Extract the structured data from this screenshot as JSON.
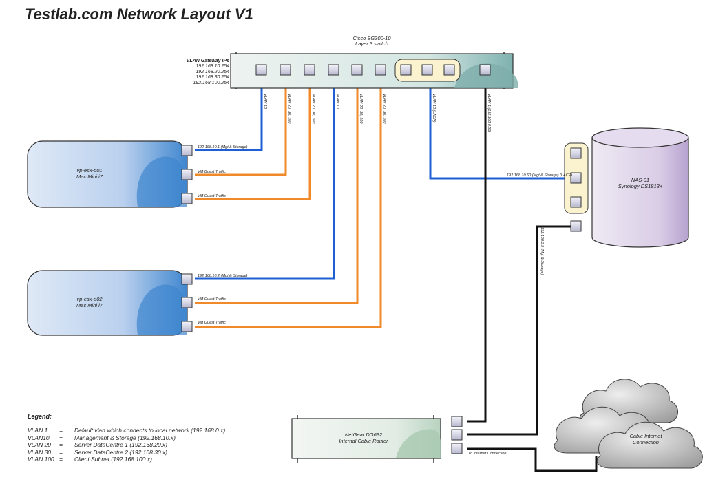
{
  "title": "Testlab.com Network Layout V1",
  "switch": {
    "name": "Cisco SG300-10",
    "subtitle": "Layer 3 switch",
    "gateway_heading": "VLAN Gateway IPs",
    "gateway_ips": [
      "192.168.10.254",
      "192.168.20.254",
      "192.168.30.254",
      "192.168.100.254"
    ]
  },
  "port_labels": [
    "VLAN 10",
    "VLAN 20, 30, 100",
    "VLAN 20, 30, 100",
    "VLAN 10",
    "VLAN 20, 30, 100",
    "VLAN 20, 30, 100",
    "VLAN 10 (LACP)",
    "VLAN 1 (192.168.0.50)"
  ],
  "hosts": [
    {
      "name": "vp-esx-p01",
      "model": "Mac Mini i7",
      "links": [
        "192.168.10.1 (Mgt & Storage)",
        "VM Guest Traffic",
        "VM Guest Traffic"
      ]
    },
    {
      "name": "vp-esx-p02",
      "model": "Mac Mini i7",
      "links": [
        "192.168.10.2 (Mgt & Storage)",
        "VM Guest Traffic",
        "VM Guest Traffic"
      ]
    }
  ],
  "nas": {
    "name": "NAS-01",
    "model": "Synology DS1813+",
    "lacp_label": "192.168.10.50 (Mgt & Storage) (LACP)",
    "vlan1_label": "192.168.0.5 (Mgt & Storage)"
  },
  "router": {
    "name": "NetGear DG632",
    "model": "Internal Cable Router",
    "internet_label": "To Internet Connection"
  },
  "cloud": {
    "line1": "Cable Internet",
    "line2": "Connection"
  },
  "legend": {
    "heading": "Legend:",
    "items": [
      {
        "key": "VLAN 1",
        "eq": "=",
        "desc": "Default vlan which connects to local network (192.168.0.x)"
      },
      {
        "key": "VLAN10",
        "eq": "=",
        "desc": "Management & Storage (192.168.10.x)"
      },
      {
        "key": "VLAN 20",
        "eq": "=",
        "desc": "Server DataCentre 1 (192.168.20.x)"
      },
      {
        "key": "VLAN 30",
        "eq": "=",
        "desc": "Server DataCentre 2 (192.168.30.x)"
      },
      {
        "key": "VLAN 100",
        "eq": "=",
        "desc": "Client Subnet (192.168.100.x)"
      }
    ]
  },
  "colors": {
    "vlan10": "#1f5fd6",
    "guest": "#f0892a",
    "vlan1": "#111111",
    "device_outline": "#333333"
  }
}
